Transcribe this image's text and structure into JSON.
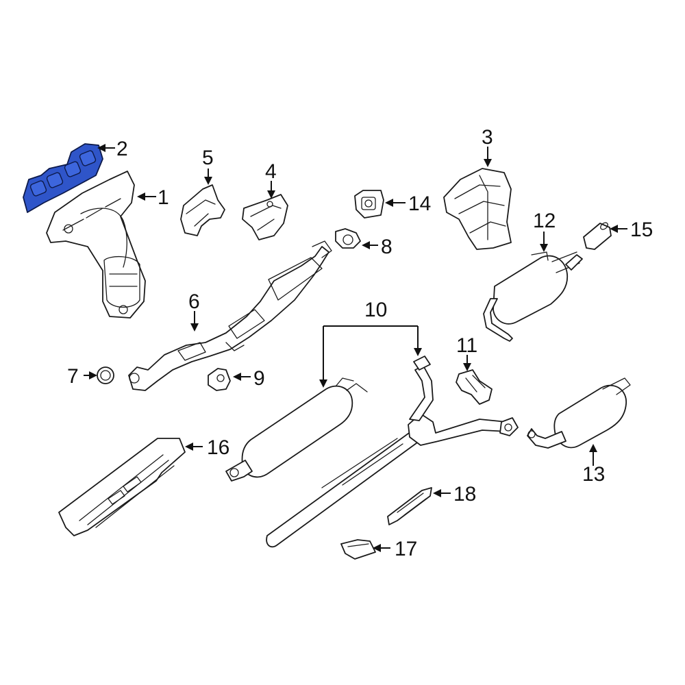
{
  "highlight_color": "#2f55c9",
  "line_color": "#1a1a1a",
  "background_color": "#ffffff",
  "highlighted_part": "2",
  "callouts": {
    "c1": "1",
    "c2": "2",
    "c3": "3",
    "c4": "4",
    "c5": "5",
    "c6": "6",
    "c7": "7",
    "c8": "8",
    "c9": "9",
    "c10": "10",
    "c11": "11",
    "c12": "12",
    "c13": "13",
    "c14": "14",
    "c15": "15",
    "c16": "16",
    "c17": "17",
    "c18": "18"
  }
}
